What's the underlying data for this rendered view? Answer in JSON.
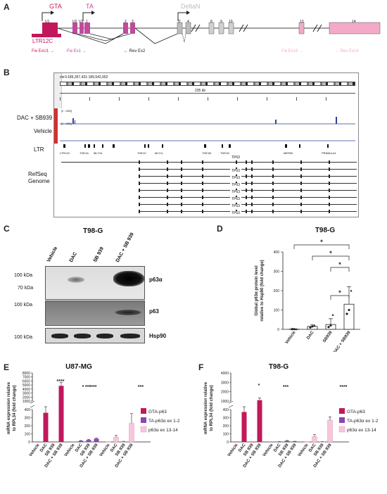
{
  "panels": {
    "A": "A",
    "B": "B",
    "C": "C",
    "D": "D",
    "E": "E",
    "F": "F"
  },
  "panelA": {
    "promoters": {
      "gta": "GTA",
      "ta": "TA",
      "deltan": "DeltaN"
    },
    "ltr": "LTR12C",
    "exons": [
      "U1",
      "U2",
      "U3",
      "1",
      "2",
      "3",
      "3'",
      "4",
      "8",
      "9",
      "10",
      "13",
      "14"
    ],
    "primers": {
      "fw_exu1": "Fw ExU1 →",
      "fw_ex1": "Fw Ex1 →",
      "rev_ex2": "← Rev Ex2",
      "fw_ex13": "Fw Ex13 →",
      "rev_ex14": "← Rev Ex14"
    },
    "colors": {
      "gta": "#c2185b",
      "ta": "#c04a9c",
      "deltan": "#bdbdbd",
      "light": "#f4a9c8",
      "grey_exon": "#d0d0d0"
    }
  },
  "panelB": {
    "coords": "chr3:189,357,431-189,542,952",
    "span": "235 kb",
    "tracks": {
      "dac_sb": "DAC + SB939",
      "vehicle": "Vehicle",
      "ltr": "LTR",
      "refseq": "RefSeq\nGenome"
    },
    "ltr_labels": [
      "LTR12C",
      "THE1A",
      "MLT1K",
      "THE1C",
      "MLT1L",
      "THE1B",
      "THE1D",
      "MER50",
      "PRIMA4-int"
    ],
    "genes": [
      "TP63",
      "TP63",
      "TP63",
      "TP63",
      "TP63",
      "TP63",
      "TP63",
      "TP63"
    ],
    "scale_labels": [
      "[0 - 1953]",
      "[0 - 1953]"
    ]
  },
  "panelC": {
    "title": "T98-G",
    "lanes": [
      "Vehicle",
      "DAC",
      "SB 939",
      "DAC + SB 939"
    ],
    "markers": {
      "m100a": "100 kDa",
      "m70": "70 kDa",
      "m100b": "100 kDa",
      "m100c": "100 kDa"
    },
    "bands": [
      "p63α",
      "p63",
      "Hsp90"
    ]
  },
  "chart_data": [
    {
      "id": "D",
      "type": "bar",
      "title": "T98-G",
      "categories": [
        "Vehicle",
        "DAC",
        "SB939",
        "DAC + SB939"
      ],
      "values": [
        1.0,
        15,
        25,
        130
      ],
      "errors": [
        0.5,
        8,
        30,
        90
      ],
      "points": [
        [
          1,
          1,
          1
        ],
        [
          10,
          15,
          20
        ],
        [
          12,
          20,
          75
        ],
        [
          80,
          100,
          200
        ]
      ],
      "ylabel": "Global p63α protein level relative to Hsp90 (fold change)",
      "ylim": [
        0,
        400
      ],
      "yticks": [
        0,
        100,
        200,
        300,
        400
      ],
      "significance": [
        "*",
        "*",
        "*",
        "*"
      ]
    },
    {
      "id": "E",
      "type": "bar",
      "title": "U87-MG",
      "groups": [
        "GTA-p63",
        "TA-p63α ex 1-2",
        "p63α ex 13-14"
      ],
      "categories": [
        "Vehicle",
        "DAC",
        "SB 939",
        "DAC + SB 939"
      ],
      "series": [
        {
          "name": "GTA-p63",
          "values": [
            1,
            360,
            1,
            4800
          ],
          "errors": [
            0,
            60,
            0,
            800
          ],
          "color": "#c2185b"
        },
        {
          "name": "TA-p63α ex 1-2",
          "values": [
            1,
            13,
            25,
            40
          ],
          "errors": [
            0,
            4,
            8,
            8
          ],
          "color": "#8e44ad"
        },
        {
          "name": "p63α ex 13-14",
          "values": [
            1,
            60,
            5,
            230
          ],
          "errors": [
            0,
            20,
            3,
            120
          ],
          "color": "#f8c6dc"
        }
      ],
      "ylabel": "mRNA expression relative to RPL34 (fold change)",
      "yticks_low": [
        "0",
        "100",
        "200",
        "300",
        "400"
      ],
      "yticks_high": [
        "1000",
        "2000",
        "3000",
        "4000",
        "5000",
        "6000",
        "7000",
        "8000"
      ],
      "significance": [
        "****",
        "*",
        "***",
        "****",
        "***"
      ]
    },
    {
      "id": "F",
      "type": "bar",
      "title": "T98-G",
      "groups": [
        "GTA-p63",
        "TA-p63α ex 1-2",
        "p63α ex 13-14"
      ],
      "categories": [
        "Vehicle",
        "DAC",
        "SB 939",
        "DAC + SB 939"
      ],
      "series": [
        {
          "name": "GTA-p63",
          "values": [
            1,
            370,
            1,
            1100
          ],
          "errors": [
            0,
            180,
            0,
            250
          ],
          "color": "#c2185b"
        },
        {
          "name": "TA-p63α ex 1-2",
          "values": [
            1,
            3,
            13,
            6
          ],
          "errors": [
            0,
            1,
            5,
            2
          ],
          "color": "#8e44ad"
        },
        {
          "name": "p63α ex 13-14",
          "values": [
            1,
            65,
            3,
            270
          ],
          "errors": [
            0,
            25,
            1,
            40
          ],
          "color": "#f8c6dc"
        }
      ],
      "ylabel": "mRNA expression relative to RPL34 (fold change)",
      "yticks_low": [
        "0",
        "100",
        "200",
        "300",
        "400"
      ],
      "yticks_high": [
        "1000",
        "2000",
        "3000",
        "4000"
      ],
      "significance": [
        "*",
        "***",
        "****"
      ]
    }
  ]
}
